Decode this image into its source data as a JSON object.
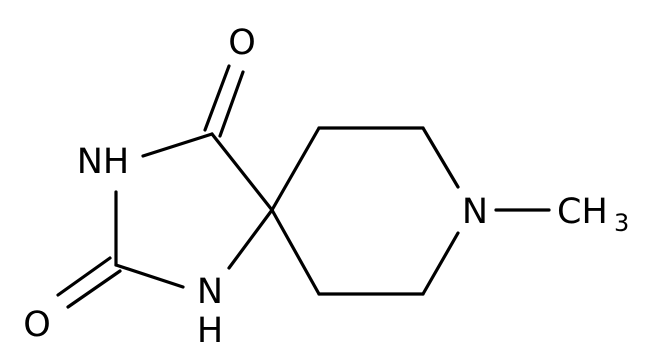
{
  "molecule": {
    "atoms": {
      "o_top": "O",
      "o_bottom": "O",
      "nh_left": "NH",
      "nh_bottom_n": "N",
      "nh_bottom_h": "H",
      "n_ring": "N",
      "methyl_c": "CH",
      "methyl_sub": "3"
    }
  }
}
